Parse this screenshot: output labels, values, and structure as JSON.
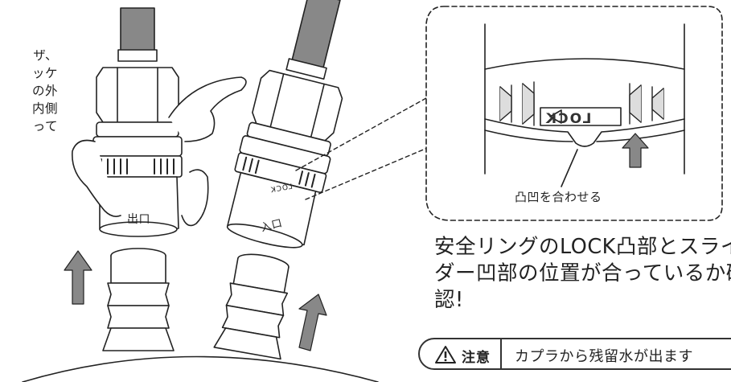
{
  "left_text_lines": [
    "ザ、",
    "ッケ",
    "の外",
    "内側",
    "って"
  ],
  "labels": {
    "outlet": "出口",
    "inlet": "入口",
    "lock": "LOCK",
    "align": "凸凹を合わせる"
  },
  "caption_lines": [
    "安全リングのLOCK凸部とスライ",
    "ダー凹部の位置が合っているか確",
    "認!"
  ],
  "note": {
    "icon": "warning-triangle-icon",
    "label": "注意",
    "text": "カプラから残留水が出ます"
  }
}
